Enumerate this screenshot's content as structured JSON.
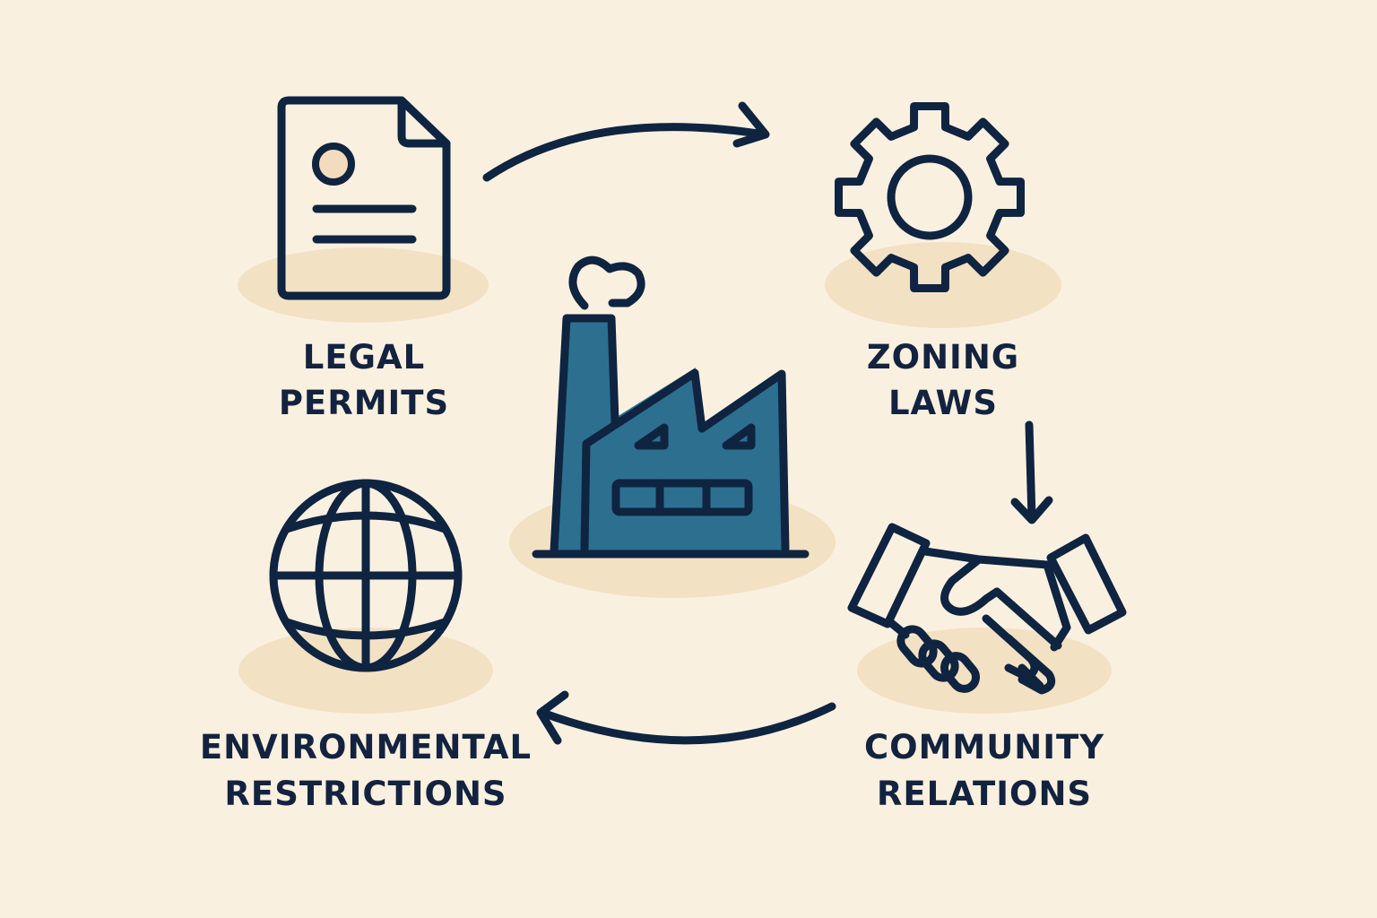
{
  "colors": {
    "background": "#faf0e0",
    "shadow": "#f3e1c3",
    "stroke": "#0f2440",
    "factory": "#2d6f8e"
  },
  "nodes": [
    {
      "icon": "document-icon",
      "lines": [
        "LEGAL",
        "PERMITS"
      ]
    },
    {
      "icon": "gear-icon",
      "lines": [
        "ZONING",
        "LAWS"
      ]
    },
    {
      "icon": "handshake-icon",
      "lines": [
        "COMMUNITY",
        "RELATIONS"
      ]
    },
    {
      "icon": "globe-icon",
      "lines": [
        "ENVIRONMENTAL",
        "RESTRICTIONS"
      ]
    }
  ],
  "center": {
    "icon": "factory-icon"
  }
}
